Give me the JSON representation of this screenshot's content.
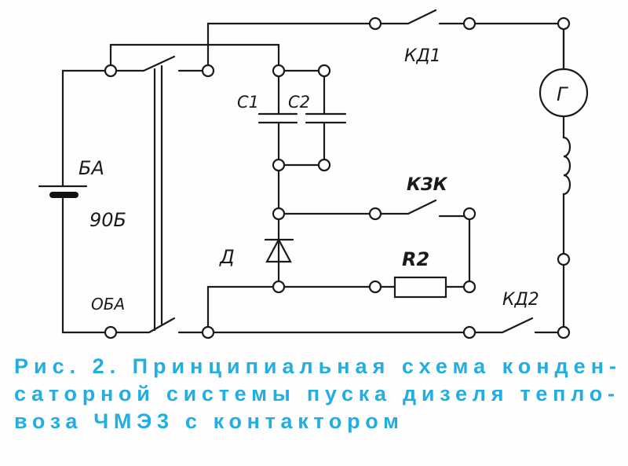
{
  "labels": {
    "battery": "БА",
    "battery_switch_top": "90Б",
    "battery_switch_bottom": "ОБА",
    "c1": "C1",
    "c2": "C2",
    "diode": "Д",
    "kd1": "КД1",
    "kzk": "КЗК",
    "r2": "R2",
    "kd2": "КД2",
    "generator": "Г"
  },
  "caption": {
    "line1": "Рис. 2. Принципиальная схема конден-",
    "line2": "саторной системы пуска дизеля тепло-",
    "line3": "воза ЧМЭ3 с контактором"
  },
  "colors": {
    "caption": "#22aee0",
    "wire": "#1a1a1a"
  }
}
